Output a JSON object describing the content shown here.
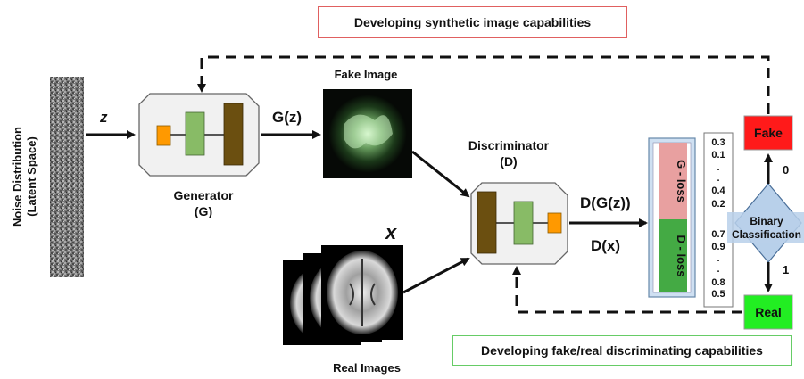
{
  "top_banner": "Developing synthetic image capabilities",
  "bottom_banner": "Developing fake/real discriminating capabilities",
  "noise_label_line1": "Noise Distribution",
  "noise_label_line2": "(Latent Space)",
  "z_label": "z",
  "generator_line1": "Generator",
  "generator_line2": "(G)",
  "gz_label": "G(z)",
  "fake_image_label": "Fake Image",
  "discriminator_line1": "Discriminator",
  "discriminator_line2": "(D)",
  "dgz_label": "D(G(z))",
  "dx_label": "D(x)",
  "x_label": "x",
  "real_images_label": "Real Images",
  "g_loss_label": "G - loss",
  "d_loss_label": "D - loss",
  "score_values": [
    "0.3",
    "0.1",
    ".",
    ".",
    "0.4",
    "0.2",
    "0.7",
    "0.9",
    ".",
    ".",
    "0.8",
    "0.5"
  ],
  "fake_label": "Fake",
  "real_label": "Real",
  "binary_line1": "Binary",
  "binary_line2": "Classification",
  "zero_label": "0",
  "one_label": "1",
  "colors": {
    "fake_box": "#ff1a1a",
    "real_box": "#22ee22",
    "g_loss": "#e8a0a0",
    "d_loss": "#44aa44",
    "diamond": "#b8d0ea",
    "block_orange": "#ff9900",
    "block_green": "#88bb66",
    "block_brown": "#6b4f10"
  }
}
